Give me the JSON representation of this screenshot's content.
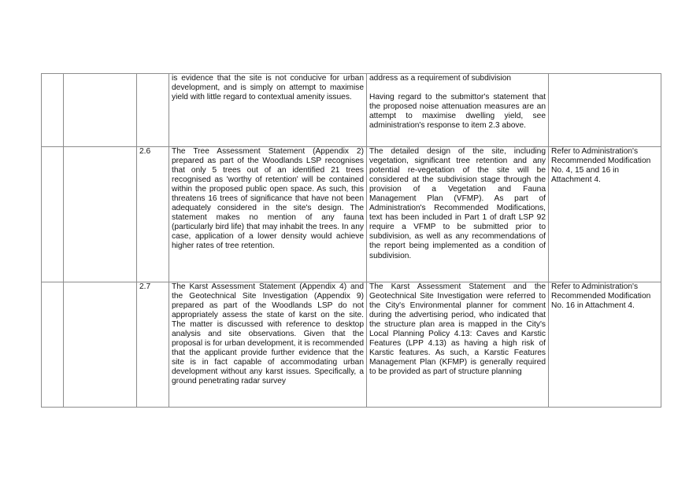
{
  "rows": [
    {
      "item": "",
      "submission": "is evidence that the site is not conducive for urban development, and is simply on attempt to maximise yield with little regard to contextual amenity issues.",
      "response": [
        "address as a requirement of subdivision",
        "Having regard to the submittor's statement that the proposed noise attenuation measures are an attempt to maximise dwelling yield, see administration's response to item 2.3 above."
      ],
      "recommendation": ""
    },
    {
      "item": "2.6",
      "submission": "The Tree Assessment Statement (Appendix 2) prepared as part of the Woodlands LSP recognises that only 5 trees out of an identified 21 trees recognised as 'worthy of retention' will be contained within the proposed public open space. As such, this threatens 16 trees of significance that have not been adequately considered in the site's design. The statement makes no mention of any fauna (particularly bird life) that may inhabit the trees. In any case, application of a lower density would achieve higher rates of tree retention.",
      "response": [
        "The detailed design of the site, including vegetation, significant tree retention and any potential re-vegetation of the site will be considered at the subdivision stage through the provision of a Vegetation and Fauna Management Plan (VFMP). As part of Administration's Recommended Modifications, text has been included in Part 1 of draft LSP 92 require a VFMP to be submitted prior to subdivision, as well as any recommendations of the report being implemented as a condition of subdivision."
      ],
      "recommendation": "Refer to Administration's Recommended Modification No. 4, 15 and 16 in Attachment 4."
    },
    {
      "item": "2.7",
      "submission": "The Karst Assessment Statement (Appendix 4) and the Geotechnical Site Investigation (Appendix 9) prepared as part of the Woodlands LSP do not appropriately assess the state of karst on the site. The matter is discussed with reference to desktop analysis and site observations. Given that the proposal is for urban development, it is recommended that the applicant provide further evidence that the site is in fact capable of accommodating urban development without any karst issues. Specifically, a ground penetrating radar survey",
      "response": [
        "The Karst Assessment Statement and the Geotechnical Site Investigation were referred to the City's Environmental planner for comment during the advertising period, who indicated that the structure plan area is mapped in the City's Local Planning Policy 4.13: Caves and Karstic Features (LPP 4.13) as having a high risk of Karstic features. As such, a Karstic Features Management Plan (KFMP) is generally required to be provided as part of structure planning"
      ],
      "recommendation": "Refer to Administration's Recommended Modification No. 16 in Attachment 4."
    }
  ]
}
